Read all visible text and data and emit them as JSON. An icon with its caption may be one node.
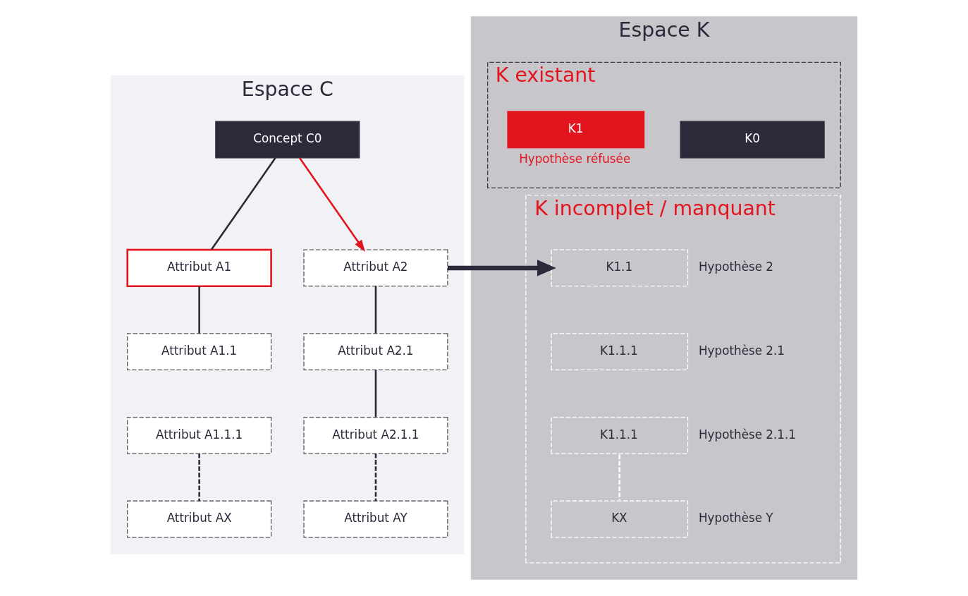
{
  "diagram": {
    "nodes": [
      {
        "text": [
          "Espace C"
        ]
      },
      {
        "text": [
          "Concept C0"
        ],
        "in": 0
      },
      {
        "text": [
          "Attribut A1"
        ],
        "in": 0
      },
      {
        "text": [
          "Attribut A2"
        ],
        "in": 0
      },
      {
        "text": [
          "Attribut A1.1"
        ],
        "in": 0
      },
      {
        "text": [
          "Attribut A2.1"
        ],
        "in": 0
      },
      {
        "text": [
          "Attribut A1.1.1"
        ],
        "in": 0
      },
      {
        "text": [
          "Attribut A2.1.1"
        ],
        "in": 0
      },
      {
        "text": [
          "Attribut AX"
        ],
        "in": 0
      },
      {
        "text": [
          "Attribut AY"
        ],
        "in": 0
      },
      {
        "text": [
          "Espace K"
        ]
      },
      {
        "text": [
          "K existant"
        ],
        "in": 10
      },
      {
        "text": [
          "K0"
        ],
        "in": 11
      },
      {
        "text": [
          "K1"
        ],
        "in": 11,
        "beside": [
          "Hypothèse réfusée"
        ]
      },
      {
        "text": [
          "K incomplet / manquant"
        ],
        "in": 10
      },
      {
        "text": [
          "K1.1"
        ],
        "in": 14,
        "beside": [
          "Hypothèse 2"
        ]
      },
      {
        "text": [
          "K1.1.1"
        ],
        "in": 14,
        "beside": [
          "Hypothèse 2.1"
        ]
      },
      {
        "text": [
          "K1.1.1"
        ],
        "in": 14,
        "beside": [
          "Hypothèse 2.1.1"
        ]
      },
      {
        "text": [
          "KX"
        ],
        "in": 14,
        "beside": [
          "Hypothèse Y"
        ]
      }
    ],
    "edges": [
      {
        "from": 1,
        "to": 2,
        "arrow": "none"
      },
      {
        "from": 1,
        "to": 3,
        "arrow": "to",
        "color": "#e3141e"
      },
      {
        "from": 2,
        "to": 4,
        "arrow": "none"
      },
      {
        "from": 6,
        "to": 8,
        "arrow": "none",
        "style": "dashed"
      },
      {
        "from": 3,
        "to": 5,
        "arrow": "none"
      },
      {
        "from": 5,
        "to": 7,
        "arrow": "none"
      },
      {
        "from": 7,
        "to": 9,
        "arrow": "none",
        "style": "dashed"
      },
      {
        "from": 3,
        "to": 15,
        "arrow": "to",
        "style": "thick"
      },
      {
        "from": 17,
        "to": 18,
        "arrow": "none",
        "style": "dashed",
        "color": "#ffffff"
      }
    ]
  }
}
